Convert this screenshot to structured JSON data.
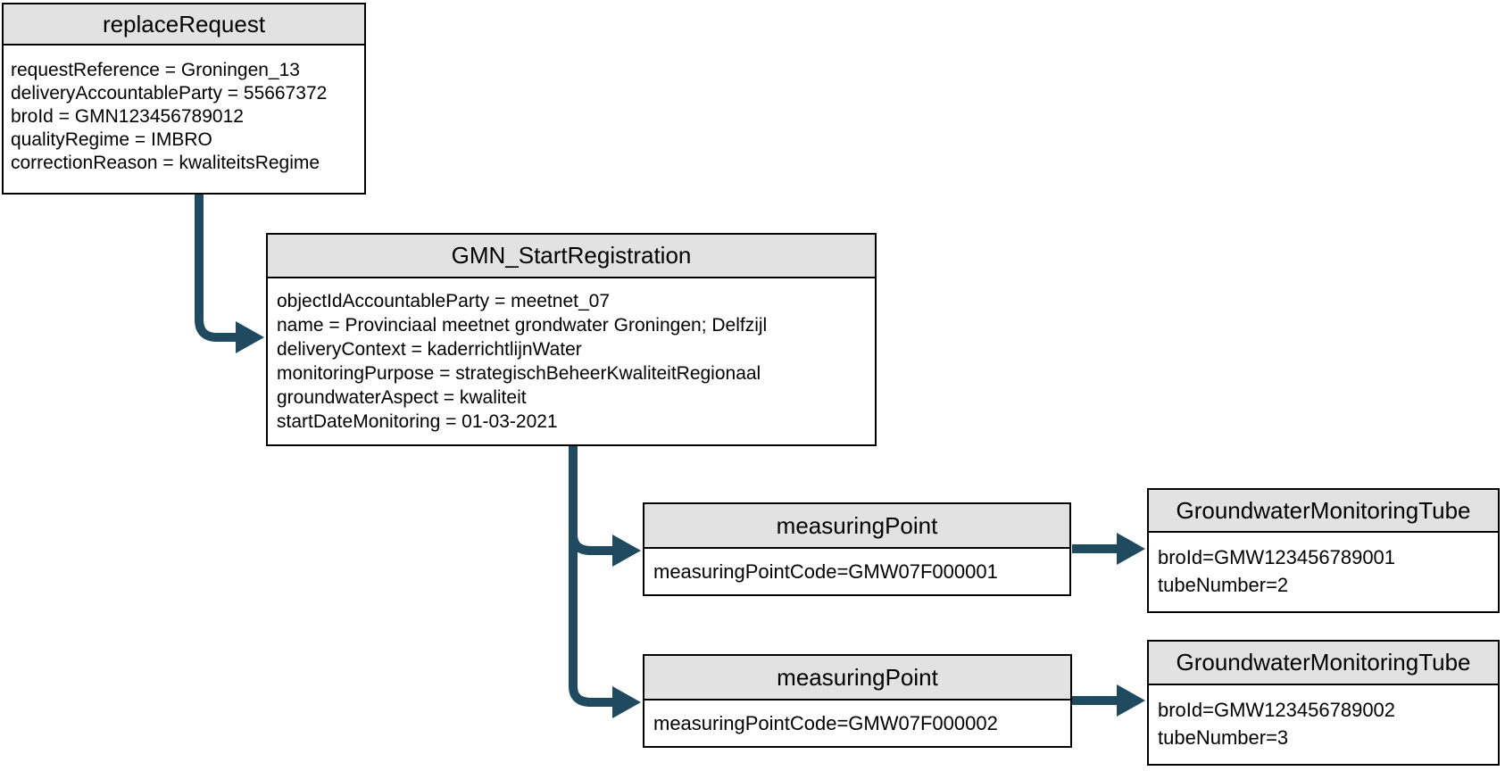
{
  "diagram": {
    "type": "uml-object-diagram",
    "colors": {
      "arrow": "#1f4a5f",
      "header_bg": "#e2e2e2",
      "border": "#000000",
      "background": "#ffffff"
    },
    "boxes": {
      "replace_request": {
        "title": "replaceRequest",
        "lines": [
          "requestReference = Groningen_13",
          "deliveryAccountableParty = 55667372",
          "broId = GMN123456789012",
          "qualityRegime = IMBRO",
          "correctionReason = kwaliteitsRegime"
        ]
      },
      "gmn_start_registration": {
        "title": "GMN_StartRegistration",
        "lines": [
          "objectIdAccountableParty = meetnet_07",
          "name = Provinciaal meetnet grondwater Groningen; Delfzijl",
          "deliveryContext = kaderrichtlijnWater",
          "monitoringPurpose = strategischBeheerKwaliteitRegionaal",
          "groundwaterAspect = kwaliteit",
          "startDateMonitoring = 01-03-2021"
        ]
      },
      "measuring_point_1": {
        "title": "measuringPoint",
        "lines": [
          "measuringPointCode=GMW07F000001"
        ]
      },
      "measuring_point_2": {
        "title": "measuringPoint",
        "lines": [
          "measuringPointCode=GMW07F000002"
        ]
      },
      "tube_1": {
        "title": "GroundwaterMonitoringTube",
        "lines": [
          "broId=GMW123456789001",
          "tubeNumber=2"
        ]
      },
      "tube_2": {
        "title": "GroundwaterMonitoringTube",
        "lines": [
          "broId=GMW123456789002",
          "tubeNumber=3"
        ]
      }
    },
    "connections": [
      "replaceRequest -> GMN_StartRegistration",
      "GMN_StartRegistration -> measuringPoint (GMW07F000001)",
      "GMN_StartRegistration -> measuringPoint (GMW07F000002)",
      "measuringPoint (GMW07F000001) -> GroundwaterMonitoringTube (GMW123456789001)",
      "measuringPoint (GMW07F000002) -> GroundwaterMonitoringTube (GMW123456789002)"
    ]
  }
}
